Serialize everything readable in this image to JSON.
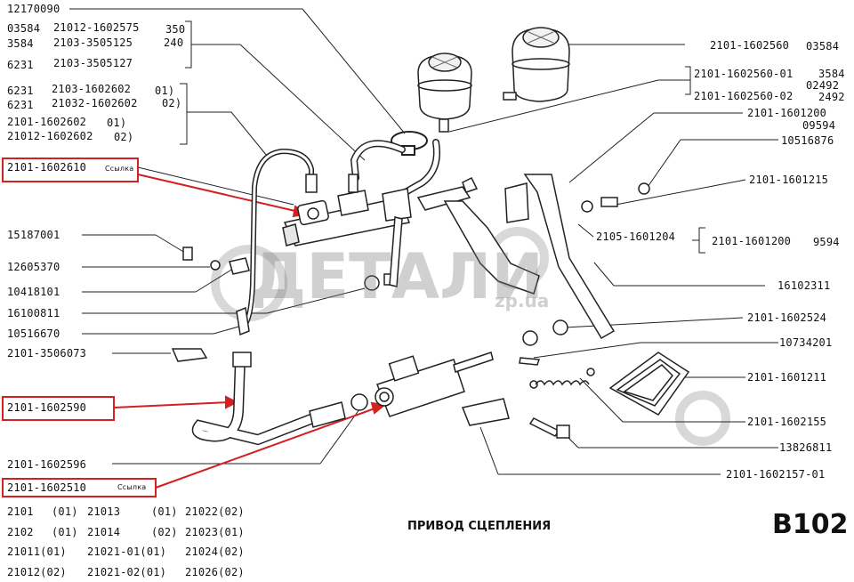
{
  "labels_left": [
    {
      "id": "12170090",
      "text": "12170090"
    },
    {
      "id": "l03584a",
      "text": "03584"
    },
    {
      "id": "l21012_1602575",
      "text": "21012-1602575"
    },
    {
      "id": "l350",
      "text": "350"
    },
    {
      "id": "l3584",
      "text": "3584"
    },
    {
      "id": "l2103_3505125",
      "text": "2103-3505125"
    },
    {
      "id": "l240",
      "text": "240"
    },
    {
      "id": "l6231a",
      "text": "6231"
    },
    {
      "id": "l2103_3505127",
      "text": "2103-3505127"
    },
    {
      "id": "l6231b",
      "text": "6231"
    },
    {
      "id": "l2103_1602602",
      "text": "2103-1602602"
    },
    {
      "id": "l01a",
      "text": "01)"
    },
    {
      "id": "l6231c",
      "text": "6231"
    },
    {
      "id": "l21032_1602602",
      "text": "21032-1602602"
    },
    {
      "id": "l02a",
      "text": "02)"
    },
    {
      "id": "l2101_1602602",
      "text": "2101-1602602"
    },
    {
      "id": "l01b",
      "text": "01)"
    },
    {
      "id": "l21012_1602602",
      "text": "21012-1602602"
    },
    {
      "id": "l02b",
      "text": "02)"
    },
    {
      "id": "l2101_1602610",
      "text": "2101-1602610"
    },
    {
      "id": "l15187001",
      "text": "15187001"
    },
    {
      "id": "l12605370",
      "text": "12605370"
    },
    {
      "id": "l10418101",
      "text": "10418101"
    },
    {
      "id": "l16100811",
      "text": "16100811"
    },
    {
      "id": "l10516670",
      "text": "10516670"
    },
    {
      "id": "l2101_3506073",
      "text": "2101-3506073"
    },
    {
      "id": "l2101_1602590",
      "text": "2101-1602590"
    },
    {
      "id": "l2101_1602596",
      "text": "2101-1602596"
    },
    {
      "id": "l2101_1602510",
      "text": "2101-1602510"
    }
  ],
  "labels_right": [
    {
      "id": "r2101_1602560",
      "text": "2101-1602560"
    },
    {
      "id": "r03584",
      "text": "03584"
    },
    {
      "id": "r2101_1602560_01",
      "text": "2101-1602560-01"
    },
    {
      "id": "r3584",
      "text": "3584"
    },
    {
      "id": "r02492",
      "text": "02492"
    },
    {
      "id": "r2101_1602560_02",
      "text": "2101-1602560-02"
    },
    {
      "id": "r2492",
      "text": "2492"
    },
    {
      "id": "r2101_1601200",
      "text": "2101-1601200"
    },
    {
      "id": "r09594",
      "text": "09594"
    },
    {
      "id": "r10516876",
      "text": "10516876"
    },
    {
      "id": "r2101_1601215",
      "text": "2101-1601215"
    },
    {
      "id": "r2105_1601204",
      "text": "2105-1601204"
    },
    {
      "id": "r2101_1601200b",
      "text": "2101-1601200"
    },
    {
      "id": "r9594",
      "text": "9594"
    },
    {
      "id": "r16102311",
      "text": "16102311"
    },
    {
      "id": "r2101_1602524",
      "text": "2101-1602524"
    },
    {
      "id": "r10734201",
      "text": "10734201"
    },
    {
      "id": "r2101_1601211",
      "text": "2101-1601211"
    },
    {
      "id": "r2101_1602155",
      "text": "2101-1602155"
    },
    {
      "id": "r13826811",
      "text": "13826811"
    },
    {
      "id": "r2101_1602157_01",
      "text": "2101-1602157-01"
    }
  ],
  "link_text": "Ссылка",
  "models": [
    [
      "2101",
      "(01)",
      "21013",
      "(01)",
      "21022(02)"
    ],
    [
      "2102",
      "(01)",
      "21014",
      "(02)",
      "21023(01)"
    ],
    [
      "21011(01)",
      "",
      "21021-01(01)",
      "",
      "21024(02)"
    ],
    [
      "21012(02)",
      "",
      "21021-02(01)",
      "",
      "21026(02)"
    ]
  ],
  "title": "ПРИВОД СЦЕПЛЕНИЯ",
  "page_code": "B102",
  "watermark": {
    "main": "ДЕТАЛИ",
    "suffix": "zp.ua"
  },
  "colors": {
    "highlight": "#d32020",
    "line": "#222222",
    "watermark": "#9a9a9a"
  }
}
